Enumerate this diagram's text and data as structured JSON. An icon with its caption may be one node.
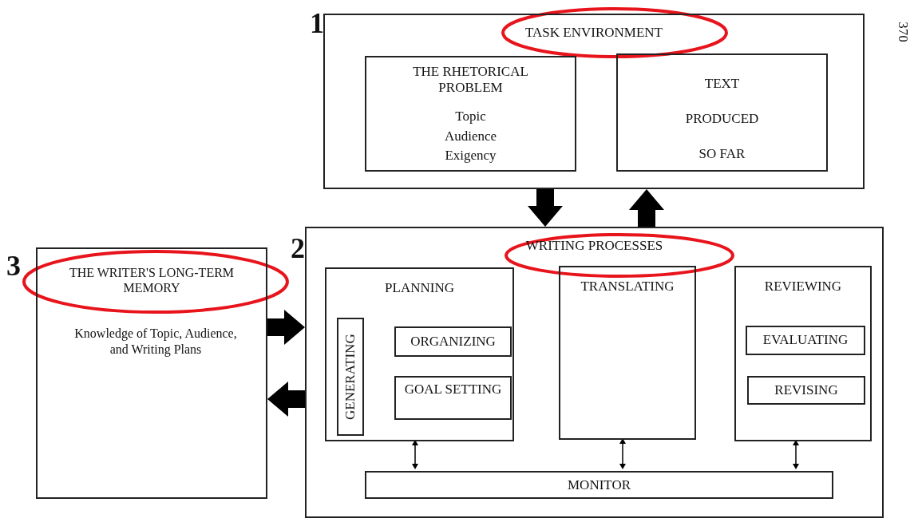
{
  "diagram": {
    "nodes": [
      {
        "text": [
          "TASK ENVIRONMENT"
        ],
        "beside": [
          "1"
        ]
      },
      {
        "text": [
          "THE RHETORICAL PROBLEM",
          "Topic Audience Exigency"
        ],
        "in": 0
      },
      {
        "text": [
          "TEXT PRODUCED SO FAR"
        ],
        "in": 0
      },
      {
        "text": [
          "WRITING PROCESSES"
        ],
        "beside": [
          "2"
        ]
      },
      {
        "text": [
          "PLANNING"
        ],
        "in": 3
      },
      {
        "text": [
          "GENERATING"
        ],
        "in": 4
      },
      {
        "text": [
          "ORGANIZING"
        ],
        "in": 4
      },
      {
        "text": [
          "GOAL SETTING"
        ],
        "in": 4
      },
      {
        "text": [
          "TRANSLATING"
        ],
        "in": 3
      },
      {
        "text": [
          "REVIEWING"
        ],
        "in": 3
      },
      {
        "text": [
          "EVALUATING"
        ],
        "in": 9
      },
      {
        "text": [
          "REVISING"
        ],
        "in": 9
      },
      {
        "text": [
          "MONITOR"
        ],
        "in": 3
      },
      {
        "text": [
          "THE WRITER'S LONG-TERM MEMORY",
          "Knowledge of Topic, Audience, and Writing Plans"
        ],
        "beside": [
          "3"
        ]
      }
    ],
    "edges": [
      {
        "from": 0,
        "to": 3,
        "arrow": "to"
      },
      {
        "from": 3,
        "to": 0,
        "arrow": "to"
      },
      {
        "from": 13,
        "to": 3,
        "arrow": "to"
      },
      {
        "from": 3,
        "to": 13,
        "arrow": "to"
      },
      {
        "from": 4,
        "to": 12,
        "arrow": "both"
      },
      {
        "from": 8,
        "to": 12,
        "arrow": "both"
      },
      {
        "from": 9,
        "to": 12,
        "arrow": "both"
      }
    ],
    "labels": [
      "370"
    ]
  }
}
